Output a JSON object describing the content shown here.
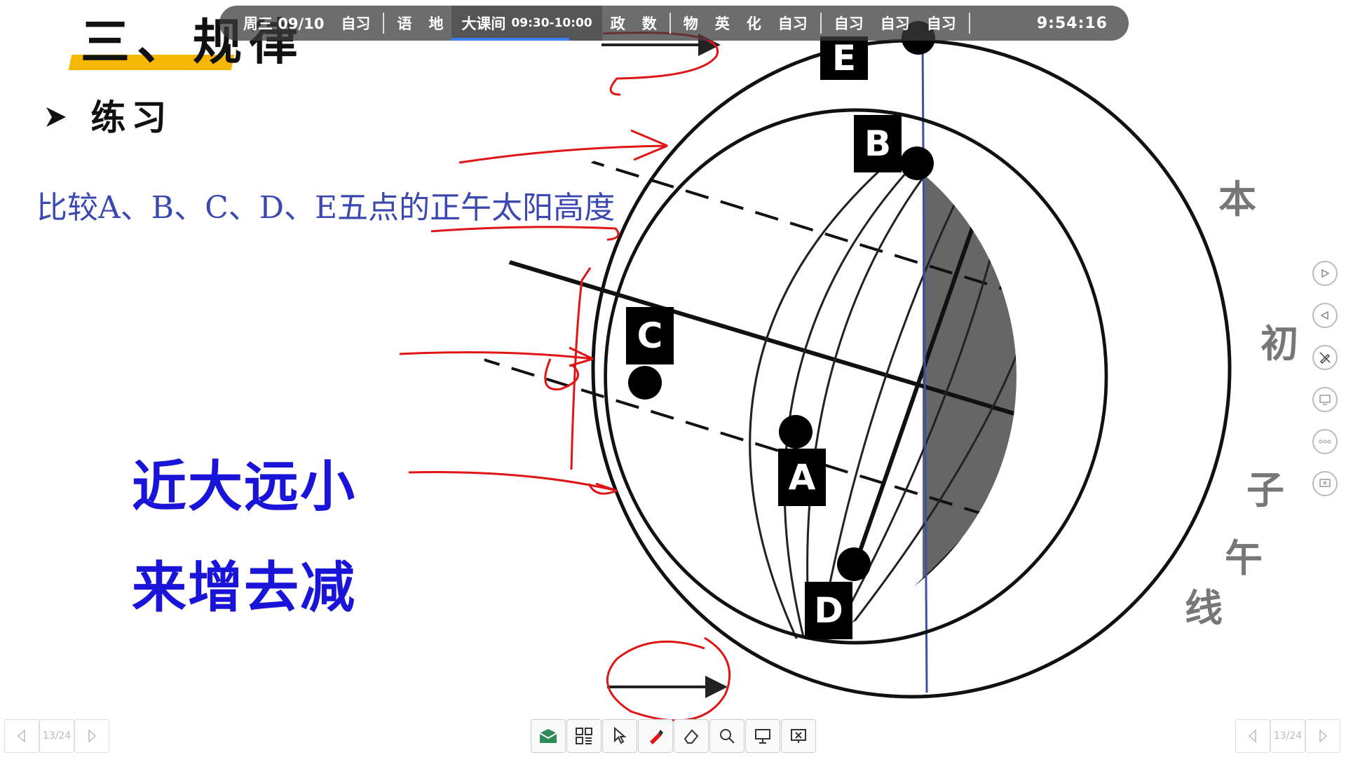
{
  "slide": {
    "title": "三、规律",
    "subheading": "练习",
    "question": "比较A、B、C、D、E五点的正午太阳高度",
    "rule_1": "近大远小",
    "rule_2": "来增去减"
  },
  "diagram": {
    "point_labels": [
      "E",
      "B",
      "C",
      "A",
      "D"
    ],
    "side_caption_chars": [
      "本",
      "初",
      "子",
      "午",
      "线"
    ]
  },
  "schedule_bar": {
    "date": "周三 09/10",
    "items_1": [
      "自习"
    ],
    "items_2": [
      "语",
      "地"
    ],
    "current": "大课间",
    "current_time": "09:30-10:00",
    "items_3": [
      "政",
      "数"
    ],
    "items_4": [
      "物",
      "英",
      "化",
      "自习"
    ],
    "items_5": [
      "自习",
      "自习",
      "自习"
    ],
    "clock": "9:54:16"
  },
  "pager": {
    "left_page": "13/24",
    "right_page": "13/24"
  },
  "colors": {
    "accent_yellow": "#f5b800",
    "question_blue": "#3a48b0",
    "rule_blue": "#1a14d8",
    "annotation_red": "#e01515",
    "night_gray": "#666666"
  }
}
